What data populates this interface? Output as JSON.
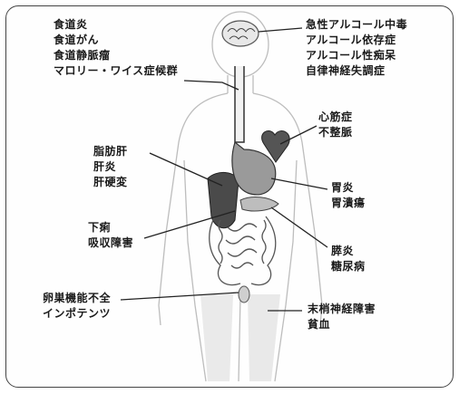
{
  "labels": {
    "esophagus": [
      "食道炎",
      "食道がん",
      "食道静脈瘤",
      "マロリー・ワイス症候群"
    ],
    "brain": [
      "急性アルコール中毒",
      "アルコール依存症",
      "アルコール性痴呆",
      "自律神経失調症"
    ],
    "heart": [
      "心筋症",
      "不整脈"
    ],
    "liver": [
      "脂肪肝",
      "肝炎",
      "肝硬変"
    ],
    "stomach": [
      "胃炎",
      "胃潰瘍"
    ],
    "intestine": [
      "下痢",
      "吸収障害"
    ],
    "pancreas": [
      "膵炎",
      "糖尿病"
    ],
    "reproductive": [
      "卵巣機能不全",
      "インポテンツ"
    ],
    "nerves": [
      "末梢神経障害",
      "貧血"
    ]
  }
}
